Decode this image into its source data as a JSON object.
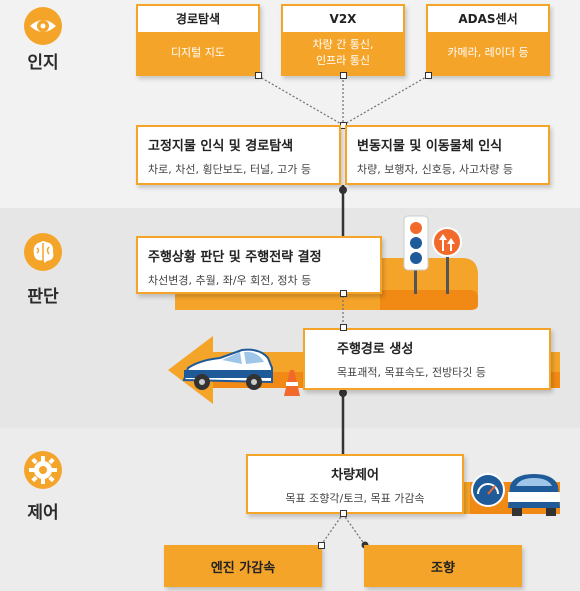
{
  "stages": {
    "perceive": "인지",
    "decide": "판단",
    "control": "제어"
  },
  "sources": [
    {
      "title": "경로탐색",
      "desc": "디지털 지도"
    },
    {
      "title": "V2X",
      "desc": "차량 간 통신,\n인프라 통신"
    },
    {
      "title": "ADAS센서",
      "desc": "카메라, 레이더 등"
    }
  ],
  "recognition": {
    "static": {
      "title": "고정지물 인식 및 경로탐색",
      "desc": "차로, 차선, 횡단보도, 터널, 고가 등"
    },
    "dynamic": {
      "title": "변동지물 및 이동물체 인식",
      "desc": "차량, 보행자, 신호등, 사고차량 등"
    }
  },
  "judgment": {
    "title": "주행상황 판단 및 주행전략 결정",
    "desc": "차선변경, 추월, 좌/우 회전, 정차 등"
  },
  "path": {
    "title": "주행경로 생성",
    "desc": "목표괘적, 목표속도, 전방타깃 등"
  },
  "control": {
    "title": "차량제어",
    "desc": "목표 조향각/토크, 목표 가감속"
  },
  "outputs": {
    "engine": "엔진 가감속",
    "steering": "조향"
  },
  "colors": {
    "accent": "#f5a42a",
    "accent_dark": "#f08a14",
    "car_blue": "#1f5a99"
  },
  "icons": [
    "eye-icon",
    "brain-icon",
    "gear-icon",
    "traffic-light-icon",
    "direction-sign-icon",
    "car-icon",
    "traffic-cone-icon",
    "speedometer-icon",
    "suv-icon"
  ]
}
